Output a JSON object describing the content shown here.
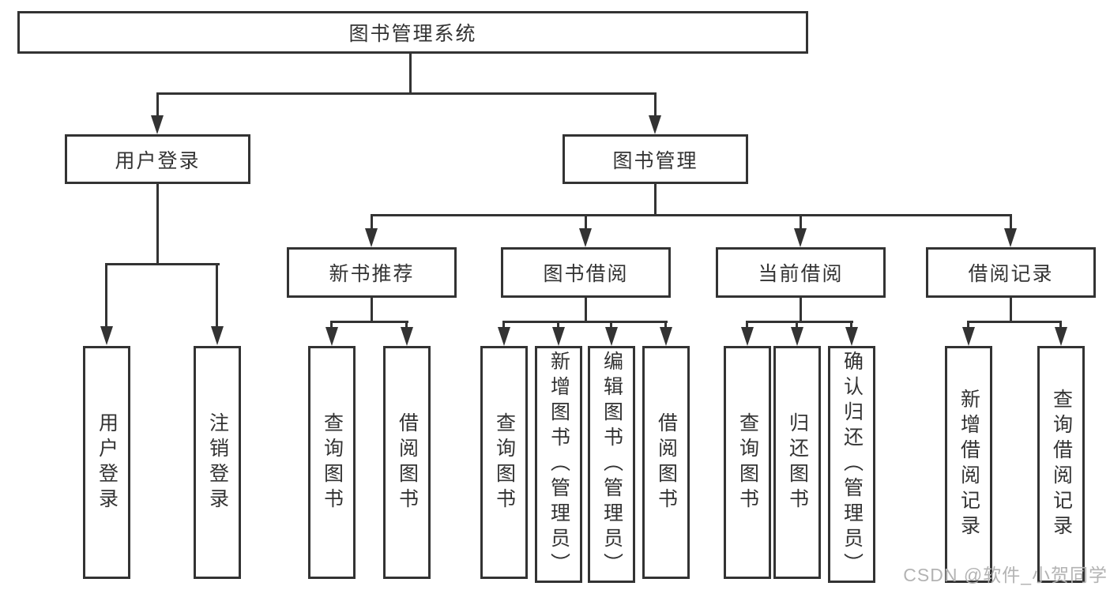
{
  "diagram": {
    "title": "图书管理系统",
    "root": {
      "label": "图书管理系统"
    },
    "level1": {
      "user_login": {
        "label": "用户登录"
      },
      "book_mgmt": {
        "label": "图书管理"
      }
    },
    "level2": {
      "new_book": {
        "label": "新书推荐"
      },
      "book_borrow": {
        "label": "图书借阅"
      },
      "current_borrow": {
        "label": "当前借阅"
      },
      "borrow_record": {
        "label": "借阅记录"
      }
    },
    "leaves": {
      "user_login_leaf": {
        "label": "用户登录"
      },
      "logout": {
        "label": "注销登录"
      },
      "nb_query": {
        "label": "查询图书"
      },
      "nb_borrow": {
        "label": "借阅图书"
      },
      "bb_query": {
        "label": "查询图书"
      },
      "bb_add": {
        "label": "新增图书（管理员）"
      },
      "bb_edit": {
        "label": "编辑图书（管理员）"
      },
      "bb_borrow": {
        "label": "借阅图书"
      },
      "cb_query": {
        "label": "查询图书"
      },
      "cb_return": {
        "label": "归还图书"
      },
      "cb_confirm": {
        "label": "确认归还（管理员）"
      },
      "br_add": {
        "label": "新增借阅记录"
      },
      "br_query": {
        "label": "查询借阅记录"
      }
    }
  },
  "watermark": {
    "text": "CSDN @软件_小贺同学"
  },
  "colors": {
    "line": "#333333",
    "text": "#333333",
    "watermark": "#b3b3b3",
    "background": "#ffffff"
  }
}
